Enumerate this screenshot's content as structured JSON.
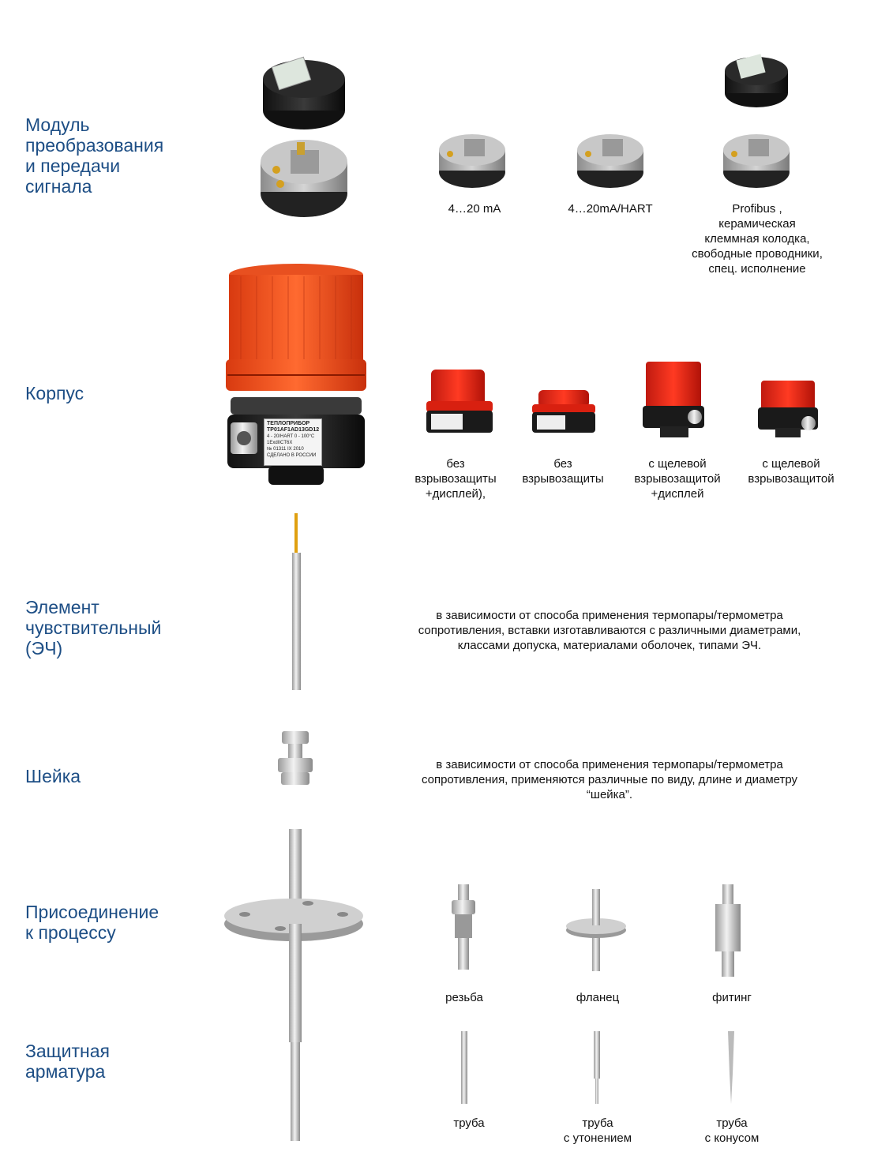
{
  "sections": {
    "module": [
      "Модуль",
      "преобразования",
      "и передачи",
      "сигнала"
    ],
    "housing": [
      "Корпус"
    ],
    "sensor": [
      "Элемент",
      "чувствительный",
      "(ЭЧ)"
    ],
    "neck": [
      "Шейка"
    ],
    "connection": [
      "Присоединение",
      "к процессу"
    ],
    "protection": [
      "Защитная",
      "арматура"
    ]
  },
  "module_options": [
    {
      "lines": [
        "4…20 mA"
      ]
    },
    {
      "lines": [
        "4…20mA/HART"
      ]
    },
    {
      "lines": [
        "Profibus ,",
        "керамическая",
        "клеммная колодка,",
        "свободные проводники,",
        "спец. исполнение"
      ]
    }
  ],
  "housing_options": [
    {
      "lines": [
        "без",
        "взрывозащиты",
        "+дисплей),"
      ]
    },
    {
      "lines": [
        "без",
        "взрывозащиты"
      ]
    },
    {
      "lines": [
        "с щелевой",
        "взрывозащитой",
        "+дисплей"
      ]
    },
    {
      "lines": [
        "с щелевой",
        "взрывозащитой"
      ]
    }
  ],
  "nameplate": {
    "brand": "ТЕПЛОПРИБОР",
    "model": "TP01AF1AD13GD12",
    "signal": "4 - 20/HART",
    "range": "0 - 100°C",
    "ex": "1ExdIICT6X",
    "serial": "№ 01311",
    "year": "IX 2010",
    "origin": "СДЕЛАНО В РОССИИ"
  },
  "sensor_text": [
    "в зависимости от способа применения термопары/термометра",
    "сопротивления, вставки изготавливаются с различными диаметрами,",
    "классами допуска, материалами оболочек, типами ЭЧ."
  ],
  "neck_text": [
    "в зависимости от способа применения термопары/термометра",
    "сопротивления, применяются различные по виду, длине и диаметру",
    "“шейка”."
  ],
  "connection_options": [
    {
      "lines": [
        "резьба"
      ]
    },
    {
      "lines": [
        "фланец"
      ]
    },
    {
      "lines": [
        "фитинг"
      ]
    }
  ],
  "protection_options": [
    {
      "lines": [
        "труба"
      ]
    },
    {
      "lines": [
        "труба",
        "с утонением"
      ]
    },
    {
      "lines": [
        "труба",
        "с конусом"
      ]
    }
  ],
  "colors": {
    "heading": "#1d4e85",
    "housing_orange": "#f04a1c",
    "housing_red": "#e0261a"
  }
}
